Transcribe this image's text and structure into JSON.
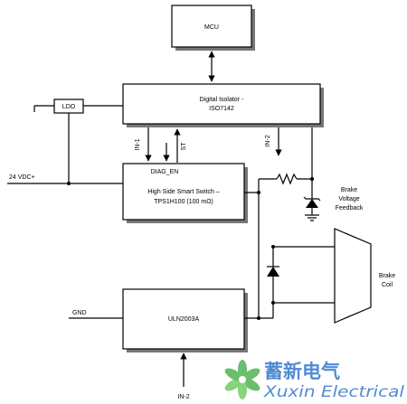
{
  "blocks": {
    "mcu": "MCU",
    "isolator_line1": "Digital Isolator -",
    "isolator_line2": "ISO7142",
    "ldo": "LDO",
    "switch_diag": "DIAG_EN",
    "switch_line1": "High Side Smart Switch –",
    "switch_line2": "TPS1H100 (100 mΩ)",
    "uln": "ULN2003A"
  },
  "signals": {
    "in1": "IN-1",
    "st": "ST",
    "in2": "IN-2",
    "in2_bottom": "IN-2"
  },
  "rails": {
    "vdc": "24 VDC+",
    "gnd": "GND"
  },
  "feedback": {
    "line1": "Brake",
    "line2": "Voltage",
    "line3": "Feedback"
  },
  "coil": {
    "line1": "Brake",
    "line2": "Coil"
  },
  "watermark": {
    "chinese": "蓄新电气",
    "english": "Xuxin Electrical"
  },
  "colors": {
    "logo_blue": "#3f7fd0",
    "logo_green": "#5cb85c"
  }
}
